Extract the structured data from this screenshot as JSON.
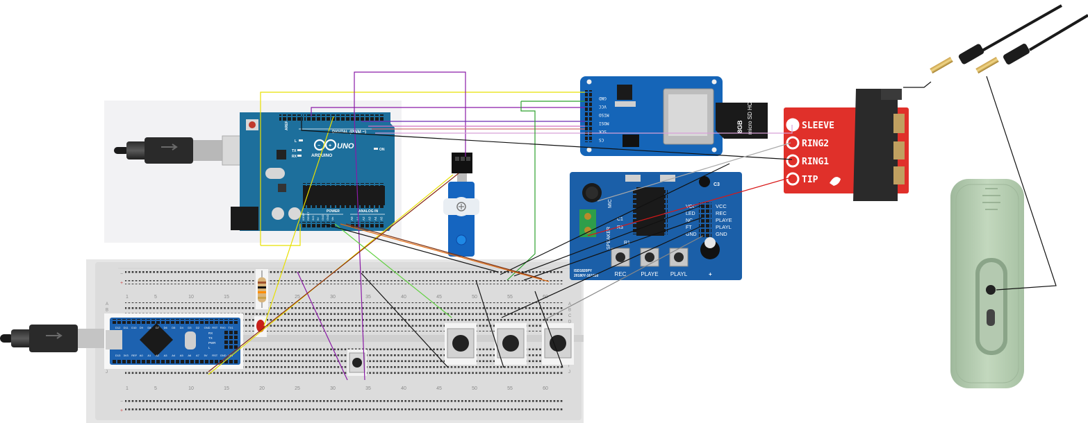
{
  "arduino_uno": {
    "brand": "ARDUINO",
    "model": "UNO",
    "digital_label": "DIGITAL (PWM ~)",
    "aref": "AREF",
    "power_label": "POWER",
    "analog_label": "ANALOG IN",
    "tx": "TX",
    "rx": "RX",
    "l": "L",
    "on": "ON",
    "power_pins": [
      "IOREF",
      "RESET",
      "3V3",
      "5V",
      "GND",
      "GND",
      "Vin"
    ],
    "analog_pins": [
      "A0",
      "A1",
      "A2",
      "A3",
      "A4",
      "A5"
    ]
  },
  "sd_module": {
    "pins": [
      "GND",
      "VCC",
      "MISO",
      "MOSI",
      "SCK",
      "CS"
    ],
    "card_capacity": "8GB",
    "card_logo": "micro SD HC"
  },
  "jack_breakout": {
    "labels": [
      "SLEEVE",
      "RING2",
      "RING1",
      "TIP"
    ]
  },
  "isd_module": {
    "right_pins": [
      "VCC",
      "REC",
      "PLAYE",
      "PLAYL",
      "GND"
    ],
    "inner_pins": [
      "VCC",
      "LED",
      "NC",
      "FT",
      "GND"
    ],
    "left_labels": [
      "MIC",
      "C1",
      "R3",
      "SPEAKER",
      "R1"
    ],
    "button_labels": [
      "REC",
      "PLAYE",
      "PLAYL"
    ],
    "code_line1": "ISD1820PY",
    "code_line2": "20180Y-161020",
    "plus_sign": "+",
    "cap_label": "C3"
  },
  "nano": {
    "top_pins": [
      "D12",
      "D11",
      "D10",
      "D9",
      "D8",
      "D7",
      "D6",
      "D5",
      "D4",
      "D3",
      "D2",
      "GND",
      "RST",
      "RX0",
      "TX1"
    ],
    "bottom_pins": [
      "D13",
      "3V3",
      "REF",
      "A0",
      "A1",
      "A2",
      "A3",
      "A4",
      "A5",
      "A6",
      "A7",
      "5V",
      "RST",
      "GND",
      "VIN"
    ],
    "leds": [
      "RX",
      "TX",
      "PWR",
      "L"
    ]
  },
  "breadboard": {
    "column_numbers": [
      "1",
      "5",
      "10",
      "15",
      "20",
      "25",
      "30",
      "35",
      "40",
      "45",
      "50",
      "55",
      "60"
    ],
    "row_letters_top": [
      "A",
      "B",
      "C",
      "D",
      "E"
    ],
    "row_letters_bottom": [
      "F",
      "G",
      "H",
      "I",
      "J"
    ],
    "rail_minus": "−",
    "rail_plus": "+"
  },
  "colors": {
    "uno_board": "#1d6f9c",
    "sd_board": "#1565b8",
    "isd_board": "#1b5fa8",
    "jack_board": "#e0302a",
    "speaker": "#b9d0b4",
    "wire_yellow": "#e8e000",
    "wire_purple": "#8a1aa6",
    "wire_green": "#2ca02c",
    "wire_orange": "#e06a10",
    "wire_red": "#d81818",
    "wire_black": "#111111",
    "wire_brown": "#7a3010"
  }
}
